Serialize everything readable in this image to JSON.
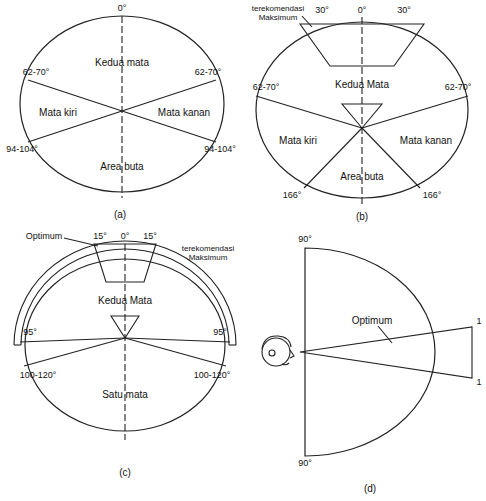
{
  "diagram": {
    "nodes": [
      {
        "text": [
          "Kedua mata",
          "Mata kiri",
          "Mata kanan",
          "Area buta"
        ]
      },
      {
        "text": [
          "Kedua Mata",
          "Mata kiri",
          "Mata kanan",
          "Area buta"
        ]
      },
      {
        "text": [
          "Kedua Mata",
          "Satu mata"
        ]
      },
      {
        "text": [
          "Optimum"
        ]
      }
    ],
    "labels": [
      "0°",
      "62-70°",
      "62-70°",
      "94-104°",
      "94-104°",
      "(a)",
      "terekomendasi Maksimum",
      "30°",
      "0°",
      "30°",
      "62-70°",
      "62-70°",
      "166°",
      "166°",
      "(b)",
      "Optimum",
      "15°",
      "0°",
      "15°",
      "terekomendasi Maksimum",
      "95°",
      "95°",
      "100-120°",
      "100-120°",
      "(c)",
      "90°",
      "1",
      "1",
      "90°",
      "(d)"
    ]
  }
}
